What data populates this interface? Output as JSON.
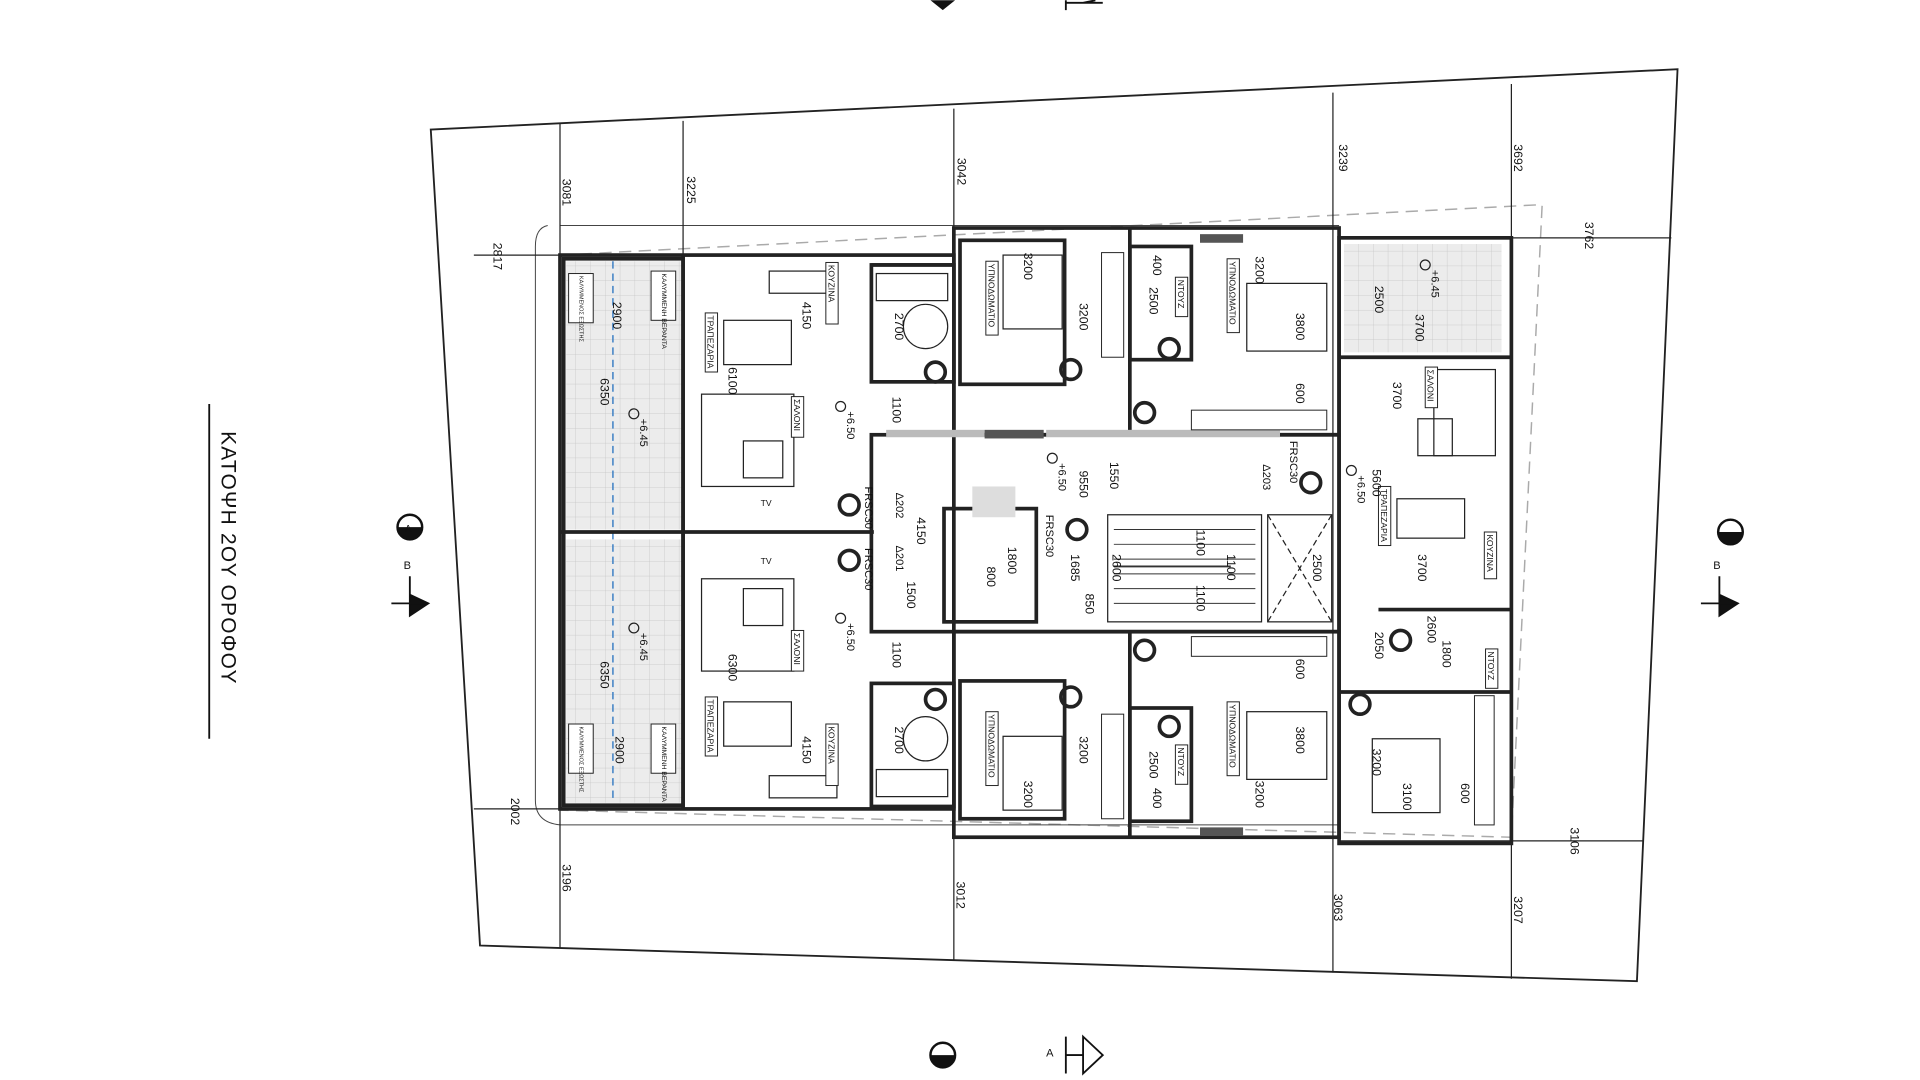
{
  "title": "ΚΑΤΟΨΗ 2ΟΥ ΟΡΟΦΟΥ",
  "rooms": {
    "kitchen": "ΚΟΥΖΙΝΑ",
    "dining": "ΤΡΑΠΕΖΑΡΙΑ",
    "living": "ΣΑΛΟΝΙ",
    "bedroom": "ΥΠΝΟΔΩΜΑΤΙΟ",
    "shower": "ΝΤΟΥΖ",
    "covered_veranda": "ΚΑΛΥΜΜΕΝΗ ΒΕΡΑΝΤΑ",
    "covered_balcony": "ΚΑΛΥΜΜΕΝΟΣ ΕΞΩΣΤΗΣ",
    "tv": "TV"
  },
  "site_dims": {
    "top": [
      "3081",
      "3225",
      "3042",
      "3239",
      "3692"
    ],
    "left_top": "2817",
    "right_top": "3762",
    "left_bottom": "2002",
    "right_bottom": "3106",
    "bottom": [
      "3196",
      "3012",
      "3063",
      "3207"
    ]
  },
  "dims": {
    "d2900": "2900",
    "d6350": "6350",
    "d4150": "4150",
    "d6100": "6100",
    "d6300": "6300",
    "d1100": "1100",
    "d2700": "2700",
    "d3200": "3200",
    "d400": "400",
    "d2500": "2500",
    "d3800": "3800",
    "d600": "600",
    "d9550": "9550",
    "d1550": "1550",
    "d1500": "1500",
    "d1800": "1800",
    "d800": "800",
    "d1685": "1685",
    "d850": "850",
    "d2600": "2600",
    "d3700": "3700",
    "d5600": "5600",
    "d2050": "2050",
    "d3100": "3100"
  },
  "levels": {
    "veranda": "+6.45",
    "floor": "+6.50"
  },
  "doors": {
    "fire": "FRSC30",
    "d201": "Δ201",
    "d202": "Δ202",
    "d203": "Δ203"
  },
  "sections": {
    "a": "A",
    "b": "B"
  }
}
